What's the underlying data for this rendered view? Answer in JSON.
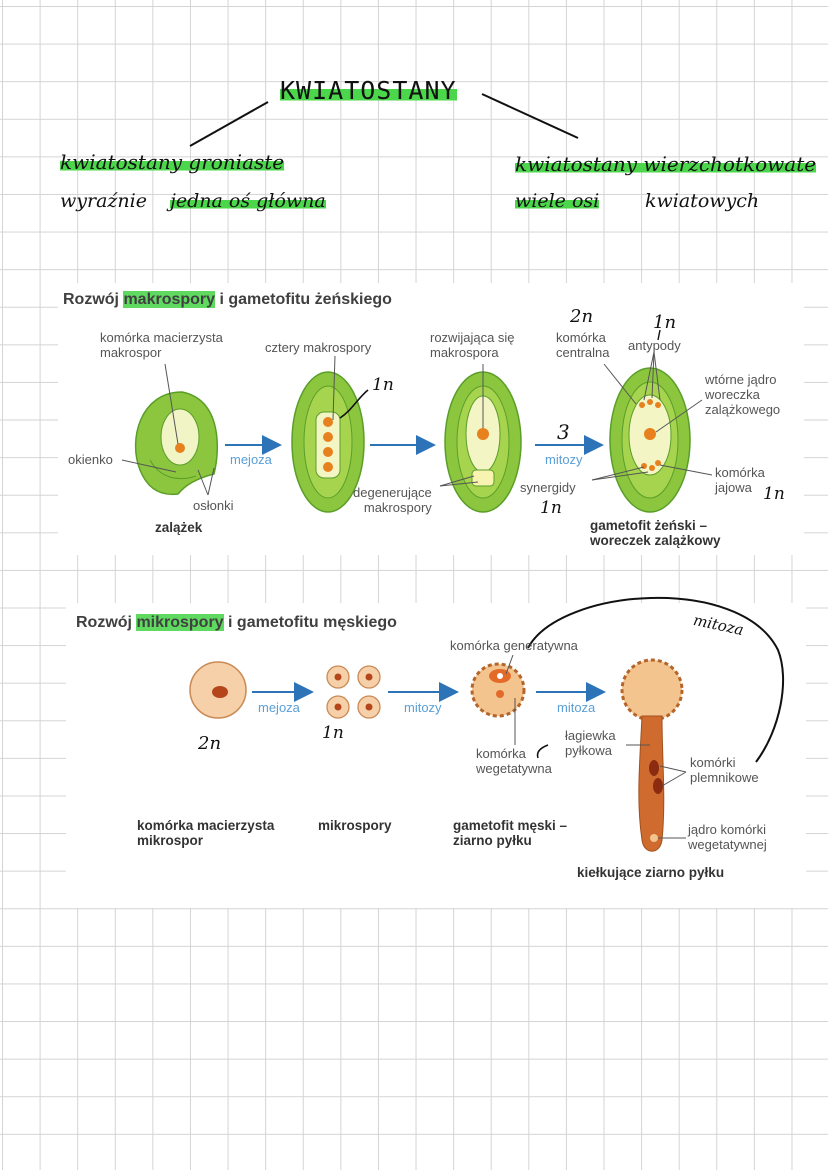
{
  "notes": {
    "title": "KWIATOSTANY",
    "left_line1": "kwiatostany groniaste",
    "left_line2_a": "wyraźnie",
    "left_line2_b": "jedna oś główna",
    "right_line1": "kwiatostany wierzchotkowate",
    "right_line2_a": "wiele osi",
    "right_line2_b": "kwiatowych"
  },
  "macro": {
    "title_a": "Rozwój ",
    "title_mark": "makrospory",
    "title_b": " i gametofitu żeńskiego",
    "komorka_macierzysta_1": "komórka macierzysta",
    "komorka_macierzysta_2": "makrospor",
    "cztery": "cztery makrospory",
    "rozwijajaca_1": "rozwijająca się",
    "rozwijajaca_2": "makrospora",
    "komorka_centralna_1": "komórka",
    "komorka_centralna_2": "centralna",
    "antypody": "antypody",
    "wtorne_1": "wtórne jądro",
    "wtorne_2": "woreczka",
    "wtorne_3": "zalążkowego",
    "okienko": "okienko",
    "oslonki": "osłonki",
    "zalazek": "zalążek",
    "mejoza": "mejoza",
    "mitozy": "mitozy",
    "degenerujace_1": "degenerujące",
    "degenerujace_2": "makrospory",
    "synergidy": "synergidy",
    "komorka_jajowa_1": "komórka",
    "komorka_jajowa_2": "jajowa",
    "gametofit_1": "gametofit żeński –",
    "gametofit_2": "woreczek zalążkowy",
    "hw_1n_a": "1n",
    "hw_2n": "2n",
    "hw_1n_b": "1n",
    "hw_3": "3",
    "hw_1n_c": "1n",
    "hw_1n_d": "1n"
  },
  "micro": {
    "title_a": "Rozwój ",
    "title_mark": "mikrospory",
    "title_b": " i gametofitu męskiego",
    "komorka_generatywna": "komórka generatywna",
    "mejoza": "mejoza",
    "mitozy": "mitozy",
    "mitoza": "mitoza",
    "lagiewka_1": "łagiewka",
    "lagiewka_2": "pyłkowa",
    "wegetatywna_1": "komórka",
    "wegetatywna_2": "wegetatywna",
    "plemnikowe_1": "komórki",
    "plemnikowe_2": "plemnikowe",
    "jadro_1": "jądro komórki",
    "jadro_2": "wegetatywnej",
    "macierzysta_1": "komórka macierzysta",
    "macierzysta_2": "mikrospor",
    "mikrospory": "mikrospory",
    "gametofit_1": "gametofit męski –",
    "gametofit_2": "ziarno pyłku",
    "kielkujace": "kiełkujące ziarno pyłku",
    "hw_2n": "2n",
    "hw_1n": "1n",
    "hw_mitoza": "mitoza"
  },
  "colors": {
    "highlight": "#4cd64c",
    "ovule_green": "#8cc63f",
    "ovule_dark": "#5a9e28",
    "pollen": "#f4c89a",
    "pollen_dark": "#b5652a",
    "arrow": "#2d73b8"
  }
}
